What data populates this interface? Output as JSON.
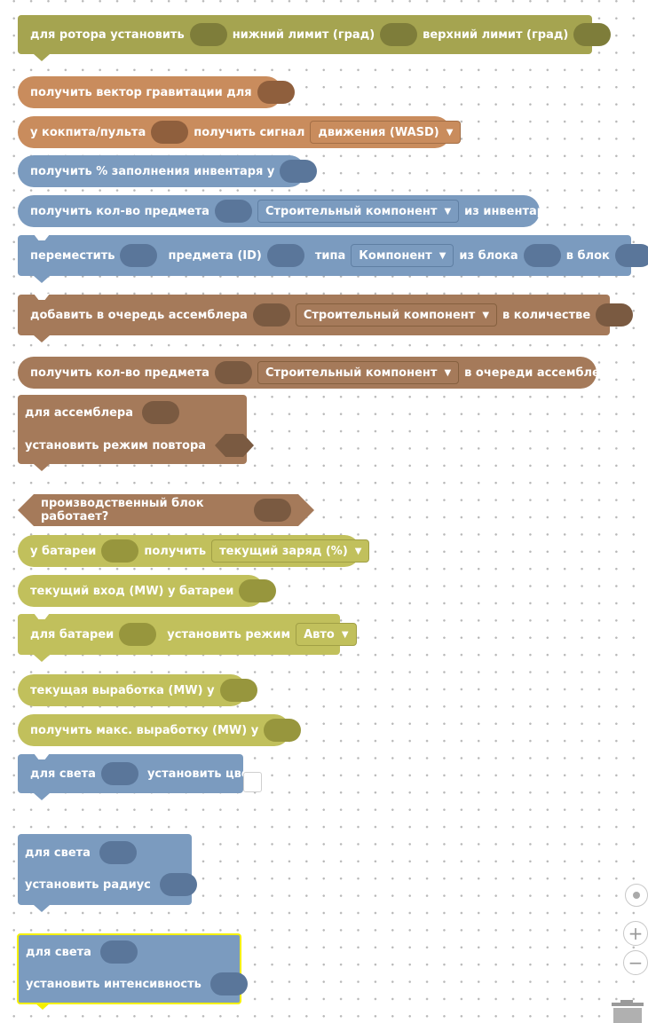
{
  "colors": {
    "olive": "#a5a450",
    "olive_slot": "#7e7d3a",
    "orange": "#c98c5d",
    "orange_slot": "#8f5f3d",
    "blue": "#7b9bbf",
    "blue_slot": "#5a769a",
    "brown": "#a57a5a",
    "brown_slot": "#7a5a41",
    "lime": "#c1c05c",
    "lime_slot": "#97963d",
    "highlight": "#f4f000"
  },
  "blocks": {
    "rotor": {
      "p1": "для ротора установить",
      "p2": "нижний лимит (град)",
      "p3": "верхний лимит (град)"
    },
    "gravity": {
      "text": "получить вектор гравитации для"
    },
    "cockpit": {
      "p1": "у кокпита/пульта",
      "p2": "получить сигнал",
      "dropdown": "движения (WASD)"
    },
    "inv_fill": {
      "text": "получить % заполнения инвентаря у"
    },
    "item_count": {
      "p1": "получить кол-во предмета",
      "dropdown": "Строительный компонент",
      "p2": "из инвентаря"
    },
    "move": {
      "p1": "переместить",
      "p2": "предмета (ID)",
      "p3": "типа",
      "dropdown": "Компонент",
      "p4": "из блока",
      "p5": "в блок"
    },
    "assembler_add": {
      "p1": "добавить в очередь ассемблера",
      "dropdown": "Строительный компонент",
      "p2": "в количестве"
    },
    "assembler_count": {
      "p1": "получить кол-во предмета",
      "dropdown": "Строительный компонент",
      "p2": "в очереди ассемблера"
    },
    "assembler_repeat": {
      "l1": "для ассемблера",
      "l2": "установить режим повтора"
    },
    "production": {
      "text": "производственный блок работает?"
    },
    "battery_get": {
      "p1": "у батареи",
      "p2": "получить",
      "dropdown": "текущий заряд (%)"
    },
    "battery_input": {
      "text": "текущий вход (MW) у батареи"
    },
    "battery_mode": {
      "p1": "для батареи",
      "p2": "установить режим",
      "dropdown": "Авто"
    },
    "output_now": {
      "text": "текущая выработка (MW) у"
    },
    "output_max": {
      "text": "получить макс. выработку (MW) у"
    },
    "light_color": {
      "p1": "для света",
      "p2": "установить цвет"
    },
    "light_radius": {
      "l1": "для света",
      "l2": "установить радиус"
    },
    "light_intensity": {
      "l1": "для света",
      "l2": "установить интенсивность"
    }
  },
  "controls": {
    "recenter_icon": "target-icon",
    "zoom_in_icon": "plus-icon",
    "zoom_out_icon": "minus-icon",
    "trash_icon": "trash-icon"
  }
}
